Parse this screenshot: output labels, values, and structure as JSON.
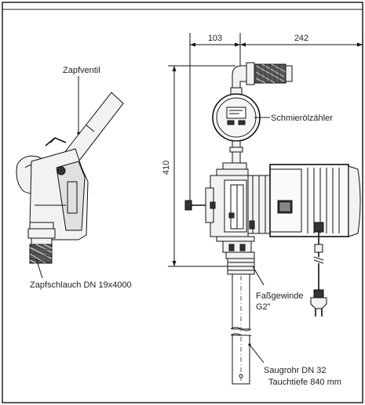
{
  "labels": {
    "zapfventil": "Zapfventil",
    "zapfschlauch": "Zapfschlauch DN 19x4000",
    "schmieroelzaehler": "Schmierölzähler",
    "fassgewinde_1": "Faßgewinde",
    "fassgewinde_2": "G2\"",
    "saugrohr_1": "Saugrohr DN 32",
    "saugrohr_2": "Tauchtiefe 840 mm"
  },
  "dimensions": {
    "left_width": "103",
    "right_width": "242",
    "height": "410"
  }
}
